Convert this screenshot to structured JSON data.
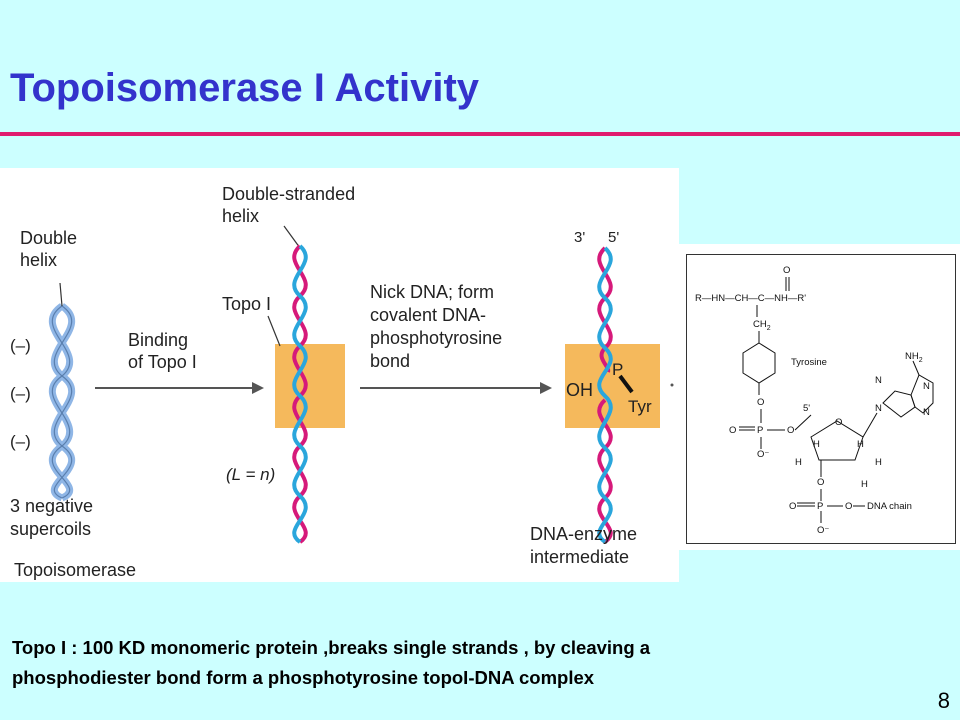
{
  "slide": {
    "title": "Topoisomerase I Activity",
    "page_number": "8",
    "caption_line1": "Topo I : 100 KD monomeric protein ,breaks single strands , by cleaving a",
    "caption_line2": "phosphodiester bond form a phosphotyrosine topoI-DNA complex"
  },
  "diagram": {
    "double_helix_label_1": "Double",
    "double_helix_label_2": "helix",
    "supercoil_sign": "(–)",
    "supercoils_label_1": "3 negative",
    "supercoils_label_2": "supercoils",
    "enzyme_name": "Topoisomerase",
    "step1_label_1": "Binding",
    "step1_label_2": "of Topo I",
    "ds_helix_label_1": "Double-stranded",
    "ds_helix_label_2": "helix",
    "topo_label": "Topo I",
    "linking_label": "(L = n)",
    "step2_label_1": "Nick DNA; form",
    "step2_label_2": "covalent DNA-",
    "step2_label_3": "phosphotyrosine",
    "step2_label_4": "bond",
    "end_3": "3'",
    "end_5": "5'",
    "oh_label": "OH",
    "p_label": "P",
    "tyr_label": "Tyr",
    "intermediate_label_1": "DNA-enzyme",
    "intermediate_label_2": "intermediate",
    "colors": {
      "pink_strand": "#d6197a",
      "blue_strand": "#2aa6dc",
      "enzyme": "#f5b95c",
      "supercoil": "#8fb6e6"
    }
  },
  "chemistry": {
    "backbone": "R—HN—CH—C—NH—R'",
    "carbonyl_o": "O",
    "ch2": "CH",
    "ch2_sub": "2",
    "tyrosine": "Tyrosine",
    "o": "O",
    "o_minus": "O⁻",
    "p": "P",
    "five_prime": "5'",
    "nh2": "NH",
    "nh2_sub": "2",
    "n": "N",
    "h": "H",
    "dna_chain": "DNA chain"
  }
}
